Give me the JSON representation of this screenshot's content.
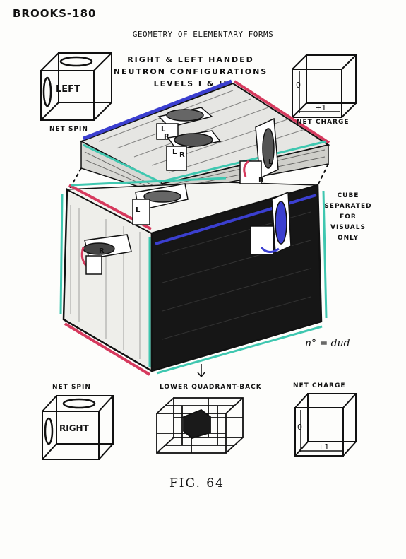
{
  "page": {
    "header": "BROOKS-180",
    "title": "GEOMETRY OF ELEMENTARY FORMS",
    "configuration_title": "RIGHT & LEFT HANDED NEUTRON CONFIGURATIONS LEVELS I & II",
    "figure_caption": "FIG. 64"
  },
  "top_left_cube": {
    "face_label": "LEFT",
    "caption": "NET SPIN"
  },
  "top_right_cube": {
    "zero_label": "0",
    "plus_label": "+1",
    "caption": "NET CHARGE"
  },
  "main_cube": {
    "note": "CUBE SEPARATED FOR VISUALS ONLY",
    "dud_note": "n° = dud",
    "gear_labels": [
      "L",
      "R",
      "L",
      "R",
      "L",
      "R",
      "L",
      "R"
    ]
  },
  "bottom_left_cube": {
    "face_label": "RIGHT",
    "caption": "NET SPIN"
  },
  "bottom_middle": {
    "caption": "LOWER QUADRANT-BACK"
  },
  "bottom_right_cube": {
    "zero_label": "0",
    "plus_label": "+1",
    "caption": "NET CHARGE"
  },
  "colors": {
    "ink": "#111111",
    "blue": "#3b3fd0",
    "red": "#d63a5e",
    "teal": "#3fc7b0"
  }
}
